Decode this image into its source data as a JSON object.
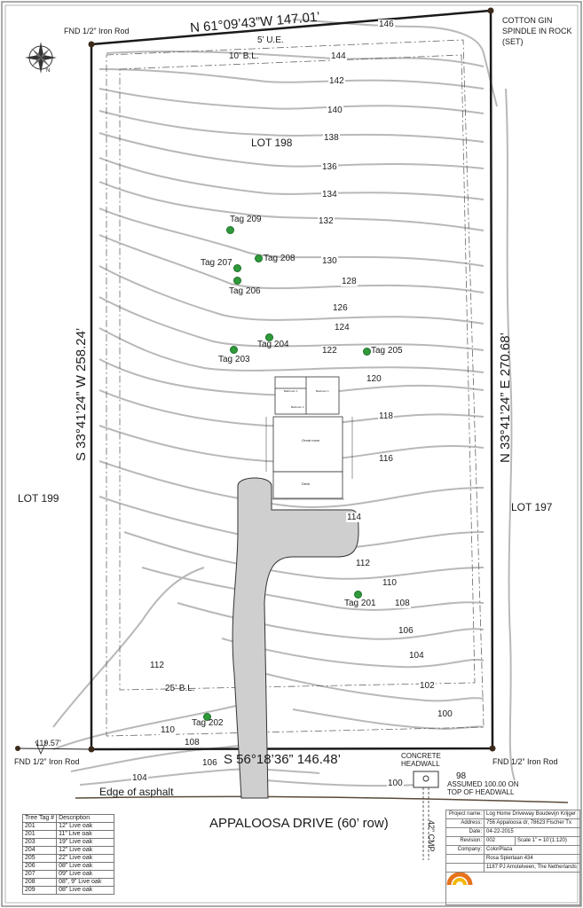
{
  "plot": {
    "north_line": "N 61°09’43”W  147.01’",
    "south_line": "S 56°18’36” 146.48’",
    "west_line": "S 33°41’24” W  258.24’",
    "east_line": "N 33°41’24” E  270.68’",
    "ue_setback": "5’ U.E.",
    "bl_setback_top": "10’ B.L.",
    "bl_setback_bottom": "25’ B.L.",
    "corner_nw": "FND 1/2” Iron Rod",
    "corner_ne": [
      "COTTON GIN",
      "SPINDLE IN ROCK",
      "(SET)"
    ],
    "corner_sw": "FND 1/2” Iron Rod",
    "corner_se": "FND 1/2” Iron Rod",
    "dim_sw": "119.57’",
    "lot_main": "LOT 198",
    "lot_west": "LOT 199",
    "lot_east": "LOT 197",
    "road": "APPALOOSA DRIVE (60’ row)",
    "asphalt": "Edge of asphalt",
    "headwall": [
      "CONCRETE",
      "HEADWALL"
    ],
    "headwall_note": [
      "ASSUMED 100.00 ON",
      "TOP OF HEADWALL"
    ],
    "cmp": "42” CMP",
    "elev_98": "98"
  },
  "contours": [
    "146",
    "144",
    "142",
    "140",
    "138",
    "136",
    "134",
    "132",
    "130",
    "128",
    "126",
    "124",
    "122",
    "120",
    "118",
    "116",
    "114",
    "112",
    "110",
    "108",
    "106",
    "104",
    "102",
    "100",
    "112",
    "110",
    "108",
    "106",
    "104",
    "100"
  ],
  "tags": [
    "Tag 209",
    "Tag 208",
    "Tag 207",
    "Tag 206",
    "Tag 204",
    "Tag 203",
    "Tag 205",
    "Tag 201",
    "Tag 202"
  ],
  "house": {
    "rooms": [
      "Bathroom 1",
      "Bedroom 1",
      "Bedroom 2",
      "Great room",
      "Deck"
    ]
  },
  "legend": {
    "headers": [
      "Tree Tag #",
      "Description"
    ],
    "rows": [
      [
        "201",
        "12” Live oak"
      ],
      [
        "201",
        "11” Live oak"
      ],
      [
        "203",
        "19” Live oak"
      ],
      [
        "204",
        "12” Live oak"
      ],
      [
        "205",
        "22” Live oak"
      ],
      [
        "206",
        "08” Live oak"
      ],
      [
        "207",
        "09” Live oak"
      ],
      [
        "208",
        "08”, 9” Live oak"
      ],
      [
        "209",
        "08” Live oak"
      ]
    ]
  },
  "titleblock": {
    "project_k": "Project name:",
    "project_v": "Log Home Driveway Boudevijn Krijger",
    "address_k": "Address:",
    "address_v": "756 Appaloosa dr, 78623 Fischer Tx",
    "date_k": "Date:",
    "date_v": "04-22-2015",
    "revision_k": "Revision:",
    "revision_v": "002",
    "scale_v": "Scale 1” = 10’(1:120)",
    "company_k": "Company:",
    "company_v": "ColorPlaza",
    "addr1": "Rosa Spierlaan 434",
    "addr2": "1187 PJ  Amstelveen, The Netherlands"
  },
  "colors": {
    "contour": "#b8b8b8",
    "boundary": "#1a1a1a",
    "driveway": "#cfcfcf",
    "tree": "#2e9a3a",
    "logo_orange": "#e8731c",
    "logo_yellow": "#f2b705"
  },
  "compass": {
    "icon": "compass-rose-icon",
    "n": "N"
  }
}
